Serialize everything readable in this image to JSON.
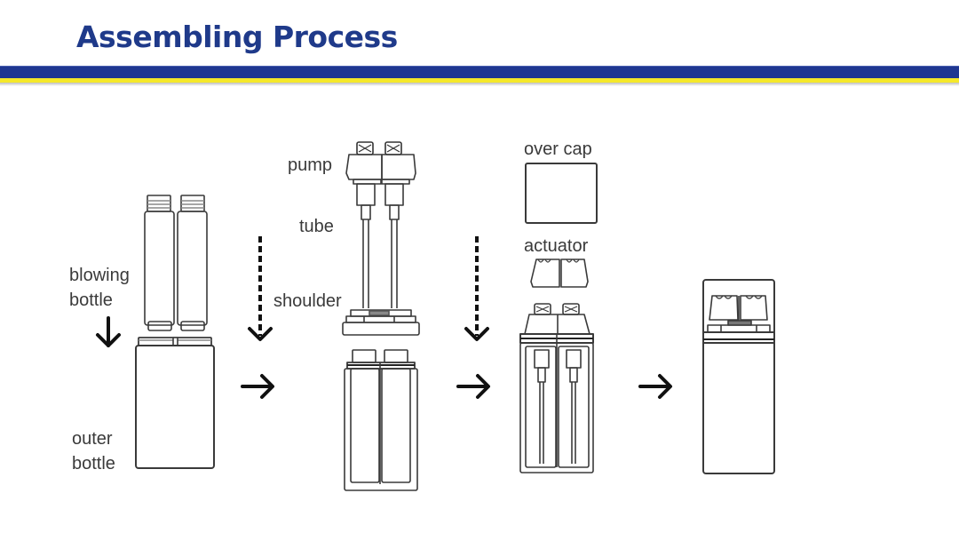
{
  "header": {
    "title": "Assembling Process",
    "colors": {
      "title": "#1f3a8a",
      "band_blue": "#1f3791",
      "band_yellow": "#f5e82a"
    }
  },
  "labels": {
    "blowing_bottle_line1": "blowing",
    "blowing_bottle_line2": "bottle",
    "outer_bottle_line1": "outer",
    "outer_bottle_line2": "bottle",
    "pump": "pump",
    "tube": "tube",
    "shoulder": "shoulder",
    "over_cap": "over cap",
    "actuator": "actuator"
  },
  "steps": [
    {
      "name": "step-1",
      "parts": [
        "blowing bottle",
        "outer bottle"
      ]
    },
    {
      "name": "step-2",
      "parts": [
        "pump",
        "tube",
        "shoulder",
        "bottle assembly"
      ]
    },
    {
      "name": "step-3",
      "parts": [
        "over cap",
        "actuator",
        "pump-bottle assembly"
      ]
    },
    {
      "name": "step-4",
      "parts": [
        "finished product"
      ]
    }
  ],
  "arrows": [
    "solid-down",
    "dashed-down",
    "dashed-down",
    "right",
    "right",
    "right"
  ]
}
